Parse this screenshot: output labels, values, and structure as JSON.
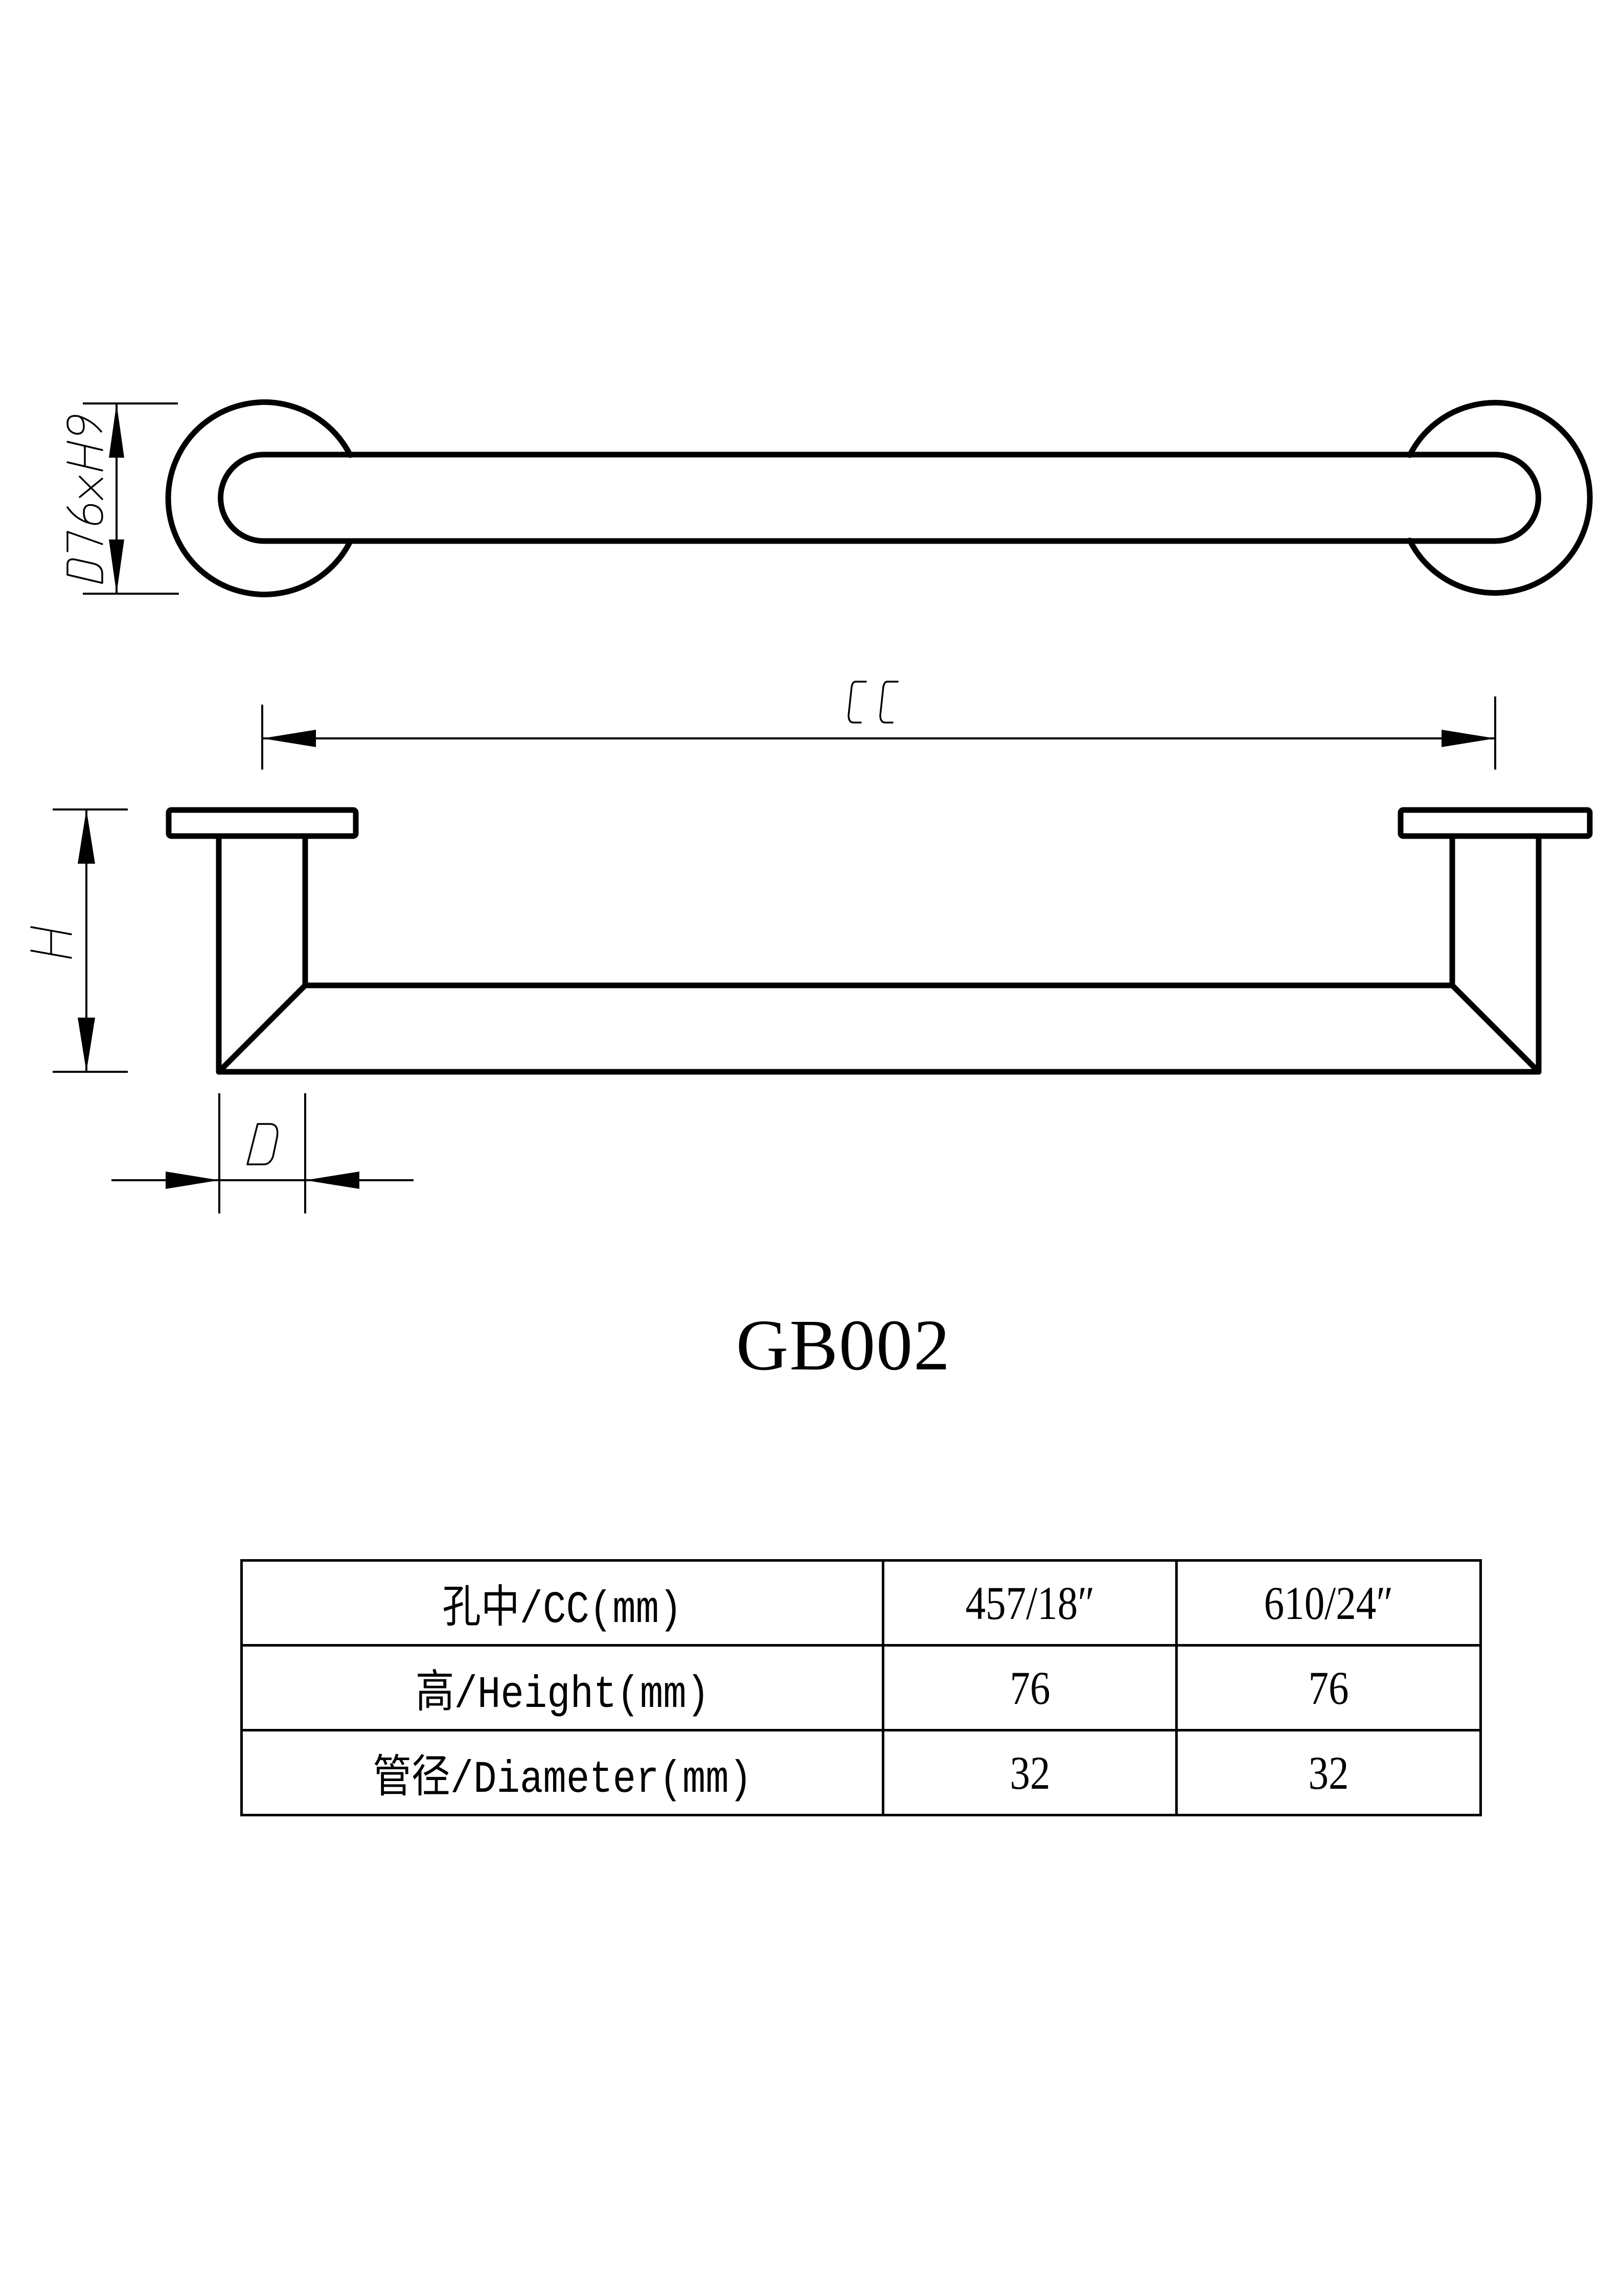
{
  "drawing": {
    "top_view": {
      "rosette_dimension_label": "D76xH9"
    },
    "side_view": {
      "cc_label": "CC",
      "height_label": "H",
      "diameter_label": "D"
    }
  },
  "model": {
    "code": "GB002"
  },
  "spec_table": {
    "rows": [
      {
        "label": "孔中/CC(mm)",
        "values": [
          "457/18″",
          "610/24″"
        ]
      },
      {
        "label": "高/Height(mm)",
        "values": [
          "76",
          "76"
        ]
      },
      {
        "label": "管径/Diameter(mm)",
        "values": [
          "32",
          "32"
        ]
      }
    ]
  },
  "colors": {
    "line": "#000000",
    "background": "#ffffff"
  }
}
